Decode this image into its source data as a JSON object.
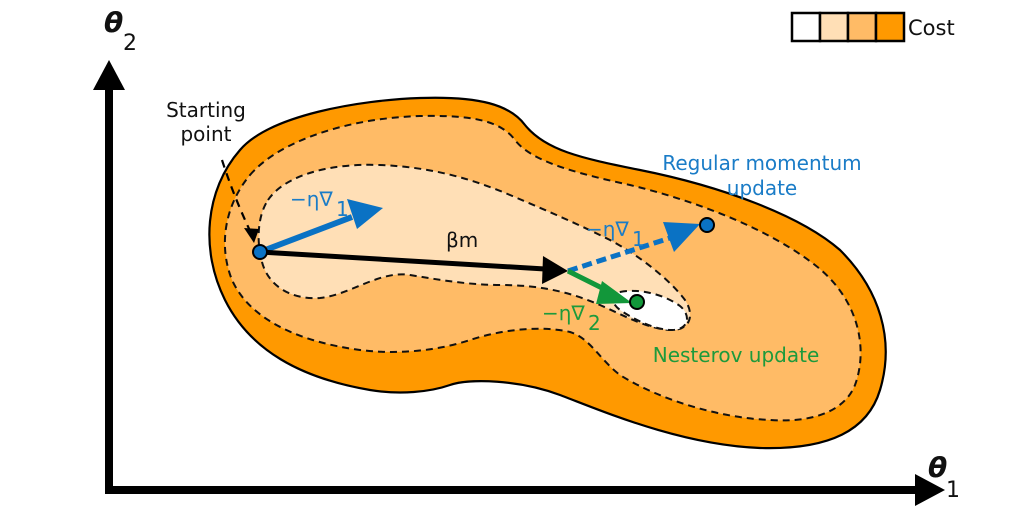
{
  "title": "Nesterov momentum vs regular momentum on a cost surface",
  "colors": {
    "cost_levels": [
      "#ffffff",
      "#ffdfb6",
      "#ffbb66",
      "#ff9900"
    ],
    "blue": "#0a72c4",
    "green": "#12973a",
    "black": "#000000"
  },
  "legend": {
    "label": "Cost",
    "swatches": [
      "#ffffff",
      "#ffdfb6",
      "#ffbb66",
      "#ff9900"
    ]
  },
  "axes": {
    "x_label": "θ",
    "x_sub": "1",
    "y_label": "θ",
    "y_sub": "2"
  },
  "annotations": {
    "starting_point_line1": "Starting",
    "starting_point_line2": "point",
    "beta_m": "βm",
    "grad1_start": "−η∇",
    "grad1_start_sub": "1",
    "grad1_momentum": "−η∇",
    "grad1_momentum_sub": "1",
    "grad2": "−η∇",
    "grad2_sub": "2",
    "regular_update_line1": "Regular momentum",
    "regular_update_line2": "update",
    "nesterov_update": "Nesterov update"
  }
}
